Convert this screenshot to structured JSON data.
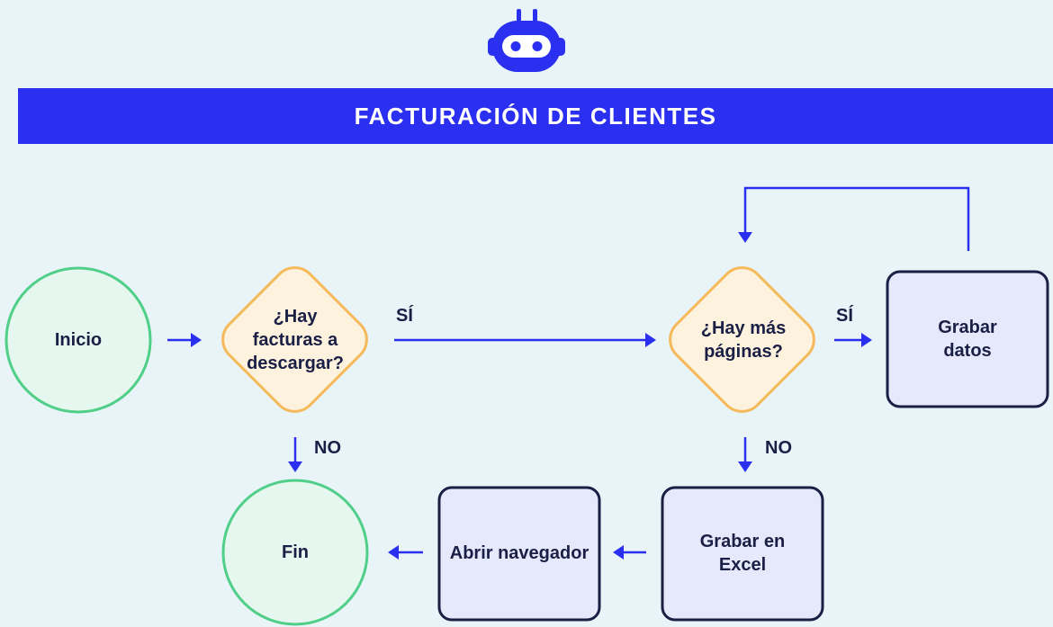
{
  "title": "FACTURACIÓN DE CLIENTES",
  "colors": {
    "background": "#e8f4f8",
    "banner": "#2b2ff0",
    "arrow": "#2b2ff0",
    "circle_border": "#4fcf87",
    "circle_fill": "#e6f7ef",
    "diamond_border": "#f5b95a",
    "diamond_fill": "#fdf2de",
    "box_border": "#1a1f45",
    "box_fill": "#e6e8fb",
    "text": "#1a1f45"
  },
  "icons": {
    "logo": "robot-head-icon"
  },
  "nodes": {
    "inicio": "Inicio",
    "decision_facturas": "¿Hay facturas a descargar?",
    "decision_paginas": "¿Hay más páginas?",
    "grabar_datos": "Grabar datos",
    "grabar_excel": "Grabar en Excel",
    "abrir_navegador": "Abrir navegador",
    "fin": "Fin"
  },
  "edges": {
    "si_1": "SÍ",
    "no_1": "NO",
    "si_2": "SÍ",
    "no_2": "NO"
  }
}
